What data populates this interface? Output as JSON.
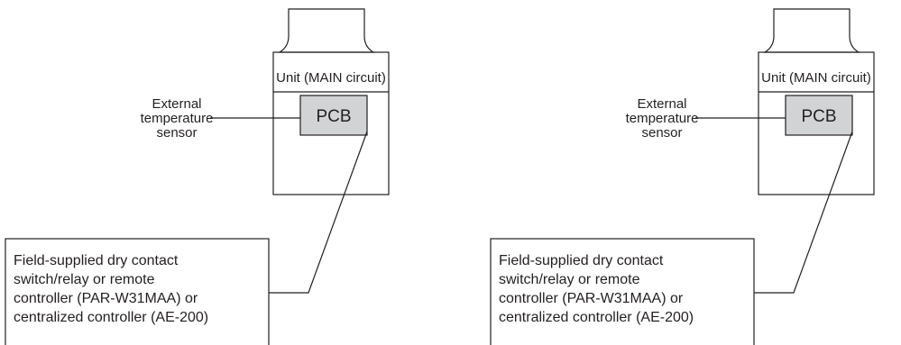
{
  "diagrams": [
    {
      "unit_label": "Unit (MAIN circuit)",
      "pcb_label": "PCB",
      "sensor_label": [
        "External",
        "temperature",
        "sensor"
      ],
      "controller_box": [
        "Field-supplied dry contact",
        "switch/relay or remote",
        "controller (PAR-W31MAA) or",
        "centralized controller (AE-200)"
      ]
    },
    {
      "unit_label": "Unit (MAIN circuit)",
      "pcb_label": "PCB",
      "sensor_label": [
        "External",
        "temperature",
        "sensor"
      ],
      "controller_box": [
        "Field-supplied dry contact",
        "switch/relay or remote",
        "controller (PAR-W31MAA) or",
        "centralized controller (AE-200)"
      ]
    }
  ],
  "colors": {
    "line": "#231f20",
    "pcb_fill": "#d1d3d4",
    "background": "#ffffff"
  }
}
